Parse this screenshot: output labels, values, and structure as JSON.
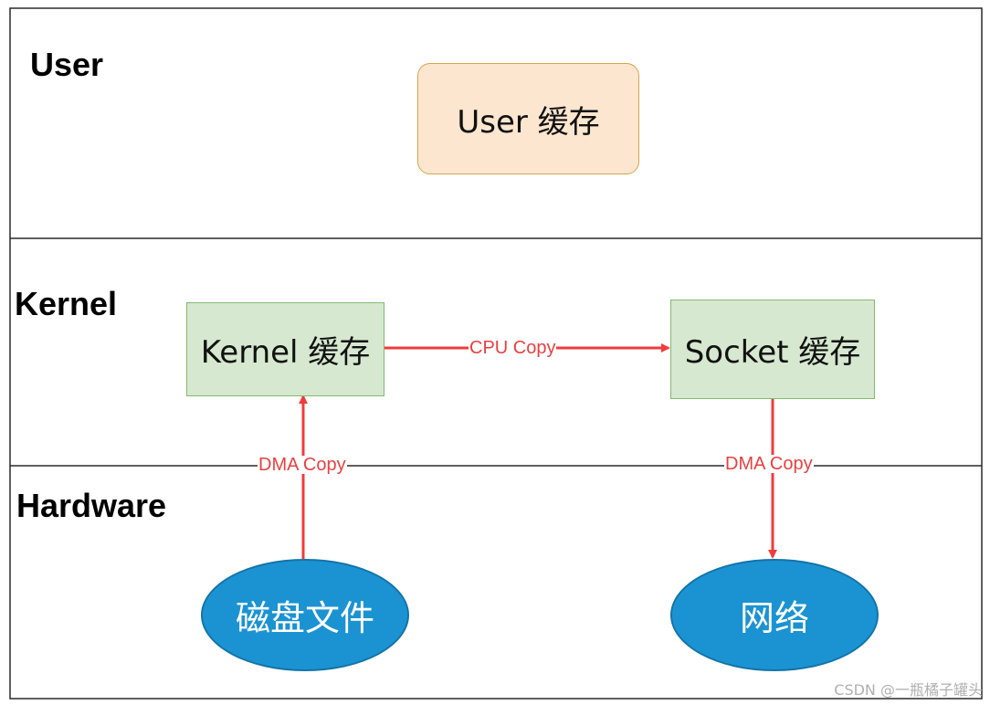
{
  "layers": {
    "user": "User",
    "kernel": "Kernel",
    "hardware": "Hardware"
  },
  "nodes": {
    "user_cache": "User 缓存",
    "kernel_cache": "Kernel 缓存",
    "socket_cache": "Socket 缓存",
    "disk_file": "磁盘文件",
    "network": "网络"
  },
  "edges": {
    "cpu_copy": "CPU Copy",
    "dma_copy_in": "DMA Copy",
    "dma_copy_out": "DMA Copy"
  },
  "colors": {
    "arrow": "#f03c3c",
    "user_box_fill": "#fde6cf",
    "kernel_box_fill": "#d6e8cf",
    "ellipse_fill": "#1b93d3"
  },
  "watermark": "CSDN @一瓶橘子罐头"
}
